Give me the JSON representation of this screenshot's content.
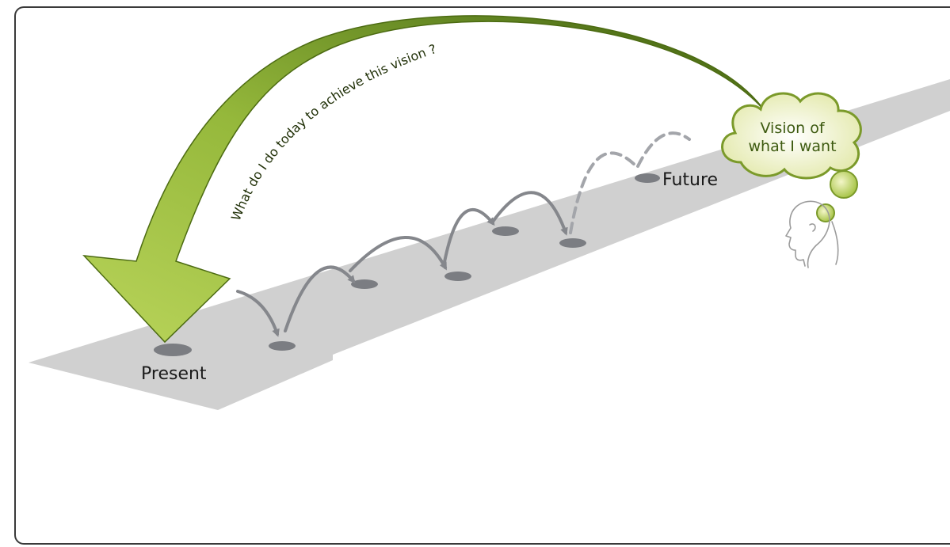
{
  "diagram": {
    "arrow_question": "What do I do today to achieve this vision ?",
    "present_label": "Present",
    "future_label": "Future",
    "vision_line1": "Vision of",
    "vision_line2": "what I want"
  },
  "colors": {
    "road": "#d0d0d0",
    "step_marker": "#7b7d82",
    "hop_arrow": "#85878c",
    "big_arrow_light": "#a8c64a",
    "big_arrow_dark": "#4c6b12",
    "cloud_fill": "#eef0c8",
    "cloud_stroke": "#7b9a2a",
    "vision_text": "#3d5a10",
    "head_stroke": "#9b9b9b"
  }
}
